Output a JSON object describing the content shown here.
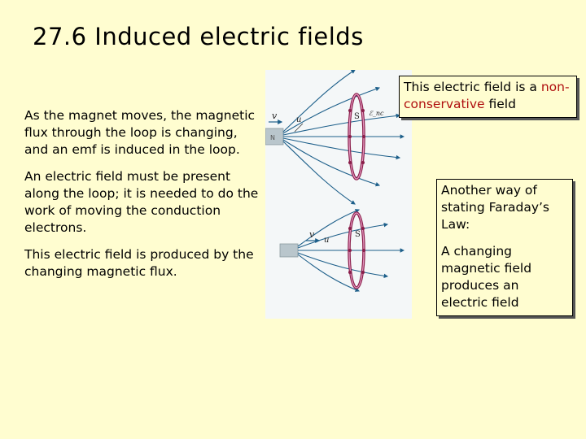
{
  "slide": {
    "title": "27.6 Induced electric fields",
    "paragraphs": [
      "As the magnet moves, the magnetic flux through the loop is changing, and an emf is induced in the loop.",
      "An electric field must be present along the loop; it is needed to do the work of moving the conduction electrons.",
      "This electric field is produced by the changing magnetic flux."
    ],
    "box1": {
      "text_before": "This electric field is a ",
      "highlight": "non-conservative",
      "text_after": " field"
    },
    "box2": {
      "para1": "Another way of stating Faraday’s Law:",
      "para2": "A changing magnetic field produces an electric field"
    },
    "figure": {
      "top_labels": {
        "v": "v",
        "u": "u",
        "s": "S",
        "emf": "ℰ_nc"
      },
      "bottom_labels": {
        "v": "v",
        "u": "u",
        "s": "S"
      }
    }
  },
  "colors": {
    "background": "#fffdd0",
    "highlight": "#b01010",
    "field_lines": "#1d5f8a",
    "loop": "#8a1e4a"
  }
}
